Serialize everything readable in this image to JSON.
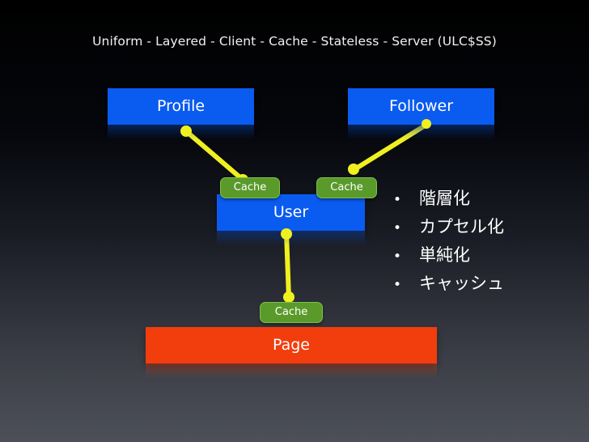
{
  "title": "Uniform - Layered - Client - Cache - Stateless - Server (ULC$SS)",
  "nodes": {
    "profile": "Profile",
    "follower": "Follower",
    "user": "User",
    "page": "Page"
  },
  "caches": {
    "user_left": "Cache",
    "user_right": "Cache",
    "page_top": "Cache"
  },
  "bullets": [
    {
      "marker": "•",
      "text": "階層化"
    },
    {
      "marker": "•",
      "text": "カプセル化"
    },
    {
      "marker": "•",
      "text": "単純化"
    },
    {
      "marker": "•",
      "text": "キャッシュ"
    }
  ],
  "colors": {
    "node_blue": "#0a5bf0",
    "node_red": "#f23d0d",
    "cache_green": "#5a9a2b",
    "link_yellow": "#f0f020"
  }
}
